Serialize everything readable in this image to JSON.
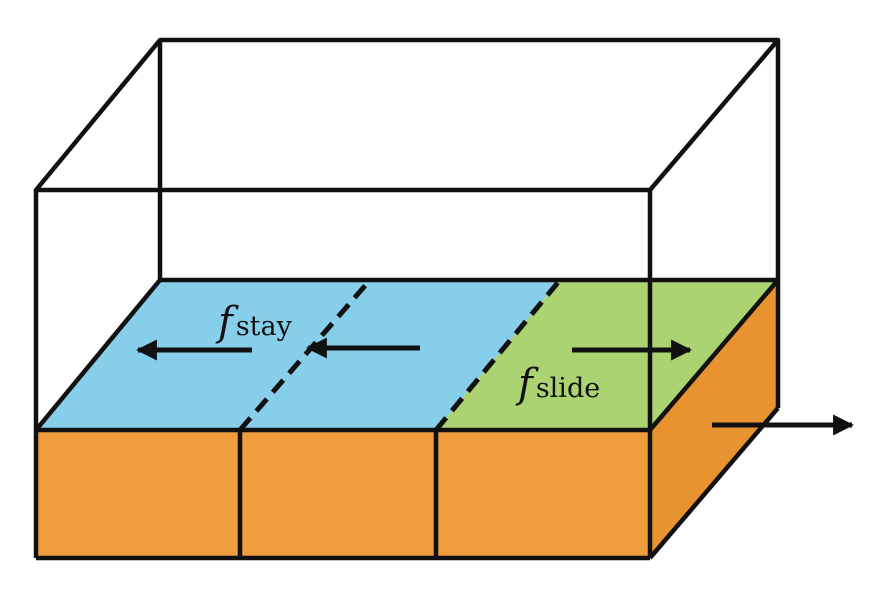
{
  "colors": {
    "stay_region": "#87CEEB",
    "slide_region": "#ACD372",
    "base_front": "#EE9C3C",
    "base_side": "#E8932F",
    "line": "#111111"
  },
  "labels": {
    "stay": {
      "symbol": "f",
      "subscript": "stay"
    },
    "slide": {
      "symbol": "f",
      "subscript": "slide"
    }
  },
  "icons": {
    "stay_arrows": "arrow-left-icon",
    "slide_arrow": "arrow-right-icon",
    "exit_arrow": "arrow-right-icon"
  }
}
